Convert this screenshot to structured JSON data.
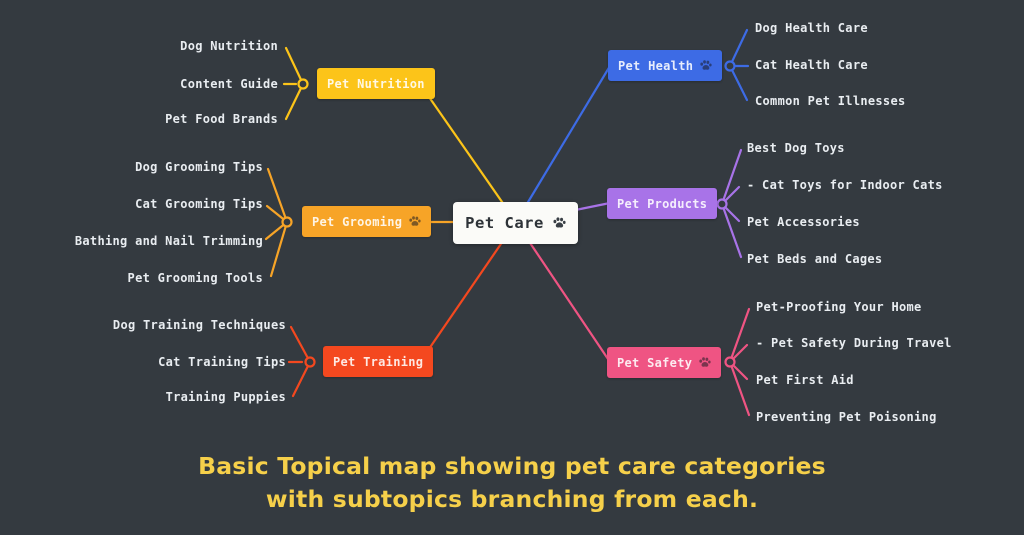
{
  "caption": {
    "line1": "Basic Topical map showing pet care categories",
    "line2": "with subtopics branching from each.",
    "color": "#F6D04A"
  },
  "map": {
    "background": "#343A40",
    "center": {
      "label": "Pet Care",
      "icon": "paw-icon",
      "bg": "#FBFBF8",
      "text_color": "#2E3338"
    },
    "subtopic_text_color": "#E9EDF1",
    "categories": [
      {
        "label": "Pet Nutrition",
        "color": "#FCC419",
        "subtopics": [
          "Dog Nutrition",
          "Content Guide",
          "Pet Food Brands"
        ]
      },
      {
        "label": "Pet Grooming",
        "color": "#F7A427",
        "icon": "paw-icon",
        "subtopics": [
          "Dog Grooming Tips",
          "Cat Grooming Tips",
          "Bathing and Nail Trimming",
          "Pet Grooming Tools"
        ]
      },
      {
        "label": "Pet Training",
        "color": "#F4481F",
        "subtopics": [
          "Dog Training Techniques",
          "Cat Training Tips",
          "Training Puppies"
        ]
      },
      {
        "label": "Pet Health",
        "color": "#3D6BE5",
        "icon": "paw-icon",
        "subtopics": [
          "Dog Health Care",
          "Cat Health Care",
          "Common Pet Illnesses"
        ]
      },
      {
        "label": "Pet Products",
        "color": "#A873E8",
        "subtopics": [
          "Best Dog Toys",
          "- Cat Toys for Indoor Cats",
          "Pet Accessories",
          "Pet Beds and Cages"
        ]
      },
      {
        "label": "Pet Safety",
        "color": "#EF5483",
        "icon": "paw-icon",
        "subtopics": [
          "Pet-Proofing Your Home",
          "- Pet Safety During Travel",
          "Pet First Aid",
          "Preventing Pet Poisoning"
        ]
      }
    ]
  }
}
